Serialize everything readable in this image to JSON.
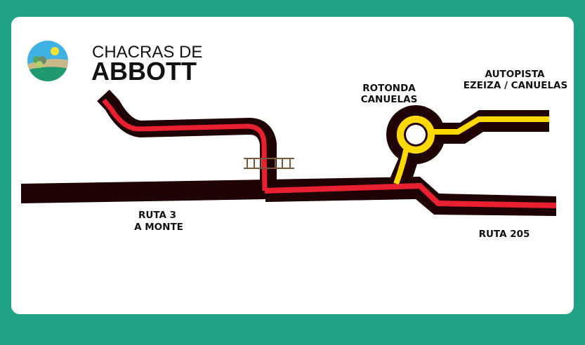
{
  "brand": {
    "line1": "CHACRAS DE",
    "line2": "ABBOTT"
  },
  "labels": {
    "ruta3_line1": "RUTA 3",
    "ruta3_line2": "A MONTE",
    "ruta205": "RUTA 205",
    "rotonda_line1": "ROTONDA",
    "rotonda_line2": "CANUELAS",
    "autopista_line1": "AUTOPISTA",
    "autopista_line2": "EZEIZA / CANUELAS"
  },
  "colors": {
    "background": "#21a283",
    "road_dark": "#1e0204",
    "road_red": "#e8202f",
    "road_yellow": "#ffd800",
    "railway": "#7a5a3a"
  }
}
